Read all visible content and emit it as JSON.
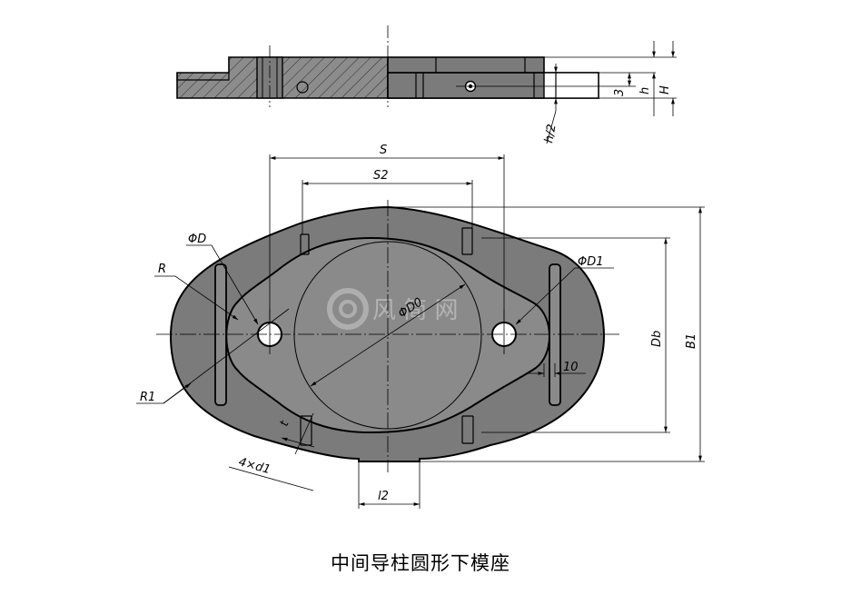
{
  "caption": "中间导柱圆形下模座",
  "watermark": "风 简 网",
  "labels": {
    "S": "S",
    "S2": "S2",
    "D": "ΦD",
    "D1": "ΦD1",
    "D0": "ΦD0",
    "R": "R",
    "R1": "R1",
    "Db": "Db",
    "B1": "B1",
    "ten": "10",
    "thread": "4×d1",
    "t": "t",
    "l2": "l2",
    "three": "3",
    "h": "h",
    "H": "H",
    "h2": "h/2"
  },
  "colors": {
    "part_fill": "#7b7b7b",
    "inner_fill": "#8a8a8a",
    "line": "#000000",
    "background": "#ffffff"
  }
}
